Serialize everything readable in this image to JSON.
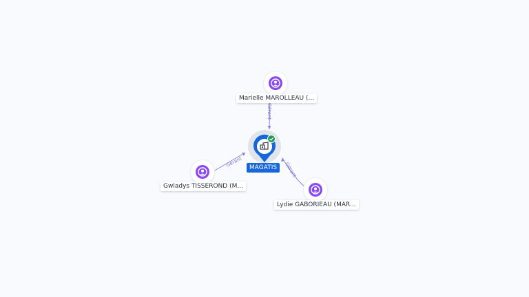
{
  "company": {
    "name": "MAGATIS",
    "icon": "building-icon",
    "status_icon": "check-badge-icon",
    "color": "#1667d9"
  },
  "people": [
    {
      "name": "Marielle MAROLLEAU (...",
      "role": "Gérant"
    },
    {
      "name": "Gwladys TISSEROND (M...",
      "role": "Gérant"
    },
    {
      "name": "Lydie GABORIEAU (MAR...",
      "role": "Gérant"
    }
  ],
  "colors": {
    "person_node": "#8a4af3",
    "edge": "#8a84d8",
    "status_ok": "#1e9a55"
  }
}
